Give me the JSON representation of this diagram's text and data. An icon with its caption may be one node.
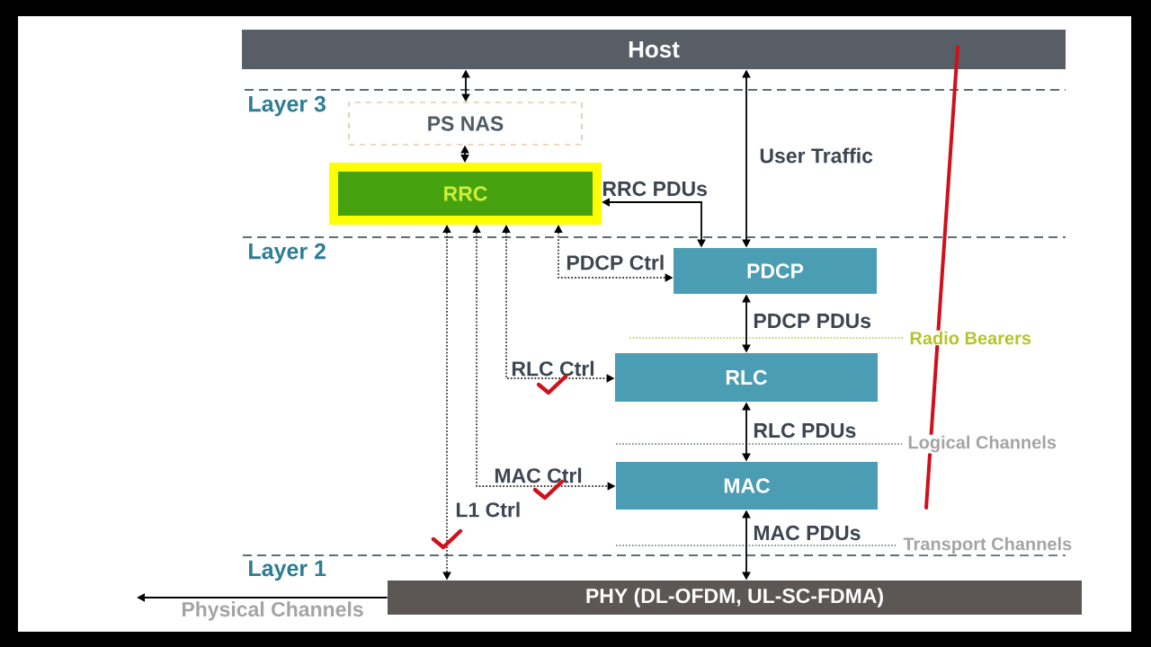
{
  "diagram": {
    "nodes": [
      {
        "text": [
          "Host"
        ]
      },
      {
        "text": [
          "PS NAS"
        ]
      },
      {
        "text": [
          "RRC"
        ]
      },
      {
        "text": [
          "PDCP"
        ]
      },
      {
        "text": [
          "RLC"
        ]
      },
      {
        "text": [
          "MAC"
        ]
      },
      {
        "text": [
          "PHY (DL-OFDM, UL-SC-FDMA)"
        ]
      }
    ],
    "edges": [
      {
        "from": 0,
        "to": 1,
        "arrow": "both"
      },
      {
        "from": 1,
        "to": 2,
        "arrow": "both"
      },
      {
        "from": 0,
        "to": 3,
        "arrow": "both",
        "label": "User Traffic"
      },
      {
        "from": 2,
        "to": 3,
        "arrow": "both",
        "label": "RRC PDUs"
      },
      {
        "from": 2,
        "to": 3,
        "arrow": "both",
        "label": "PDCP Ctrl",
        "style": "dashed"
      },
      {
        "from": 2,
        "to": 4,
        "arrow": "both",
        "label": "RLC Ctrl",
        "style": "dashed"
      },
      {
        "from": 2,
        "to": 5,
        "arrow": "both",
        "label": "MAC Ctrl",
        "style": "dashed"
      },
      {
        "from": 2,
        "to": 6,
        "arrow": "both",
        "label": "L1 Ctrl",
        "style": "dashed"
      },
      {
        "from": 3,
        "to": 4,
        "arrow": "both",
        "label": "PDCP PDUs"
      },
      {
        "from": 4,
        "to": 5,
        "arrow": "both",
        "label": "RLC PDUs"
      },
      {
        "from": 5,
        "to": 6,
        "arrow": "both",
        "label": "MAC PDUs"
      },
      {
        "from": 6,
        "to": null,
        "arrow": "to"
      }
    ],
    "labels": [
      "Layer 3",
      "Layer 2",
      "Radio Bearers",
      "Logical Channels",
      "Transport Channels",
      "Layer 1",
      "Physical Channels"
    ]
  }
}
